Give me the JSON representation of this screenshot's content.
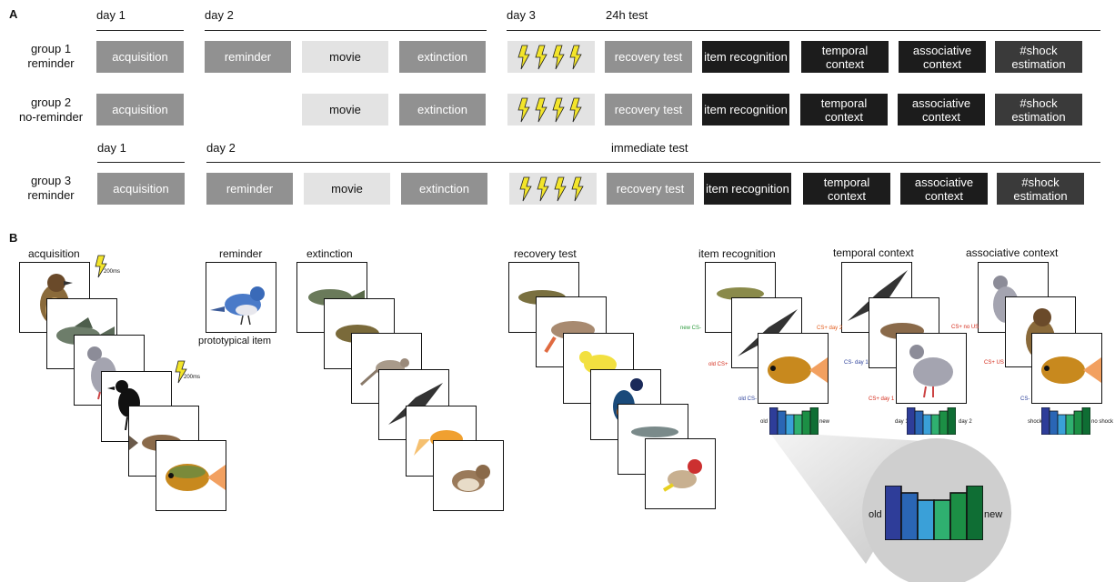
{
  "panelA": {
    "letter": "A",
    "top_labels": {
      "day1": "day 1",
      "day2": "day 2",
      "day3": "day 3",
      "test24h": "24h test"
    },
    "mid_labels": {
      "day1": "day 1",
      "day2": "day 2",
      "immediate": "immediate test"
    },
    "groups": [
      {
        "line1": "group 1",
        "line2": "reminder"
      },
      {
        "line1": "group 2",
        "line2": "no-reminder"
      },
      {
        "line1": "group 3",
        "line2": "reminder"
      }
    ],
    "boxes": {
      "acquisition": "acquisition",
      "reminder": "reminder",
      "movie": "movie",
      "extinction": "extinction",
      "recovery": "recovery test",
      "item": "item recognition",
      "temporal": "temporal context",
      "associative": "associative context",
      "shock": "#shock estimation"
    }
  },
  "panelB": {
    "letter": "B",
    "titles": {
      "acquisition": "acquisition",
      "reminder": "reminder",
      "extinction": "extinction",
      "recovery": "recovery test",
      "item": "item recognition",
      "temporal": "temporal context",
      "associative": "associative context"
    },
    "prototypical": "prototypical item",
    "shock_duration": "200ms",
    "item_labels": {
      "new_cs": "new CS-",
      "old_csp": "old CS+",
      "old_csm": "old CS-",
      "left": "old",
      "right": "new"
    },
    "temporal_labels": {
      "csp_day2": "CS+ day 2",
      "csm_day1": "CS- day 1",
      "csp_day1": "CS+ day 1",
      "left": "day 1",
      "right": "day 2"
    },
    "assoc_labels": {
      "csp_nous": "CS+ no US",
      "csp_us": "CS+ US",
      "csm": "CS-",
      "left": "shock",
      "right": "no shock"
    },
    "zoom_labels": {
      "left": "old",
      "right": "new"
    },
    "scale_colors": [
      "#2e3d99",
      "#2a66b5",
      "#3aa0d8",
      "#2fb070",
      "#1c8f45",
      "#0f6e34"
    ],
    "scale_levels": [
      1.0,
      0.86,
      0.72,
      0.72,
      0.86,
      1.0
    ],
    "colors": {
      "green": "#2a9a3a",
      "red": "#d42a1a",
      "blue": "#2a3f9a",
      "orange": "#e25a1a",
      "bolt": "#f3e52a"
    }
  }
}
